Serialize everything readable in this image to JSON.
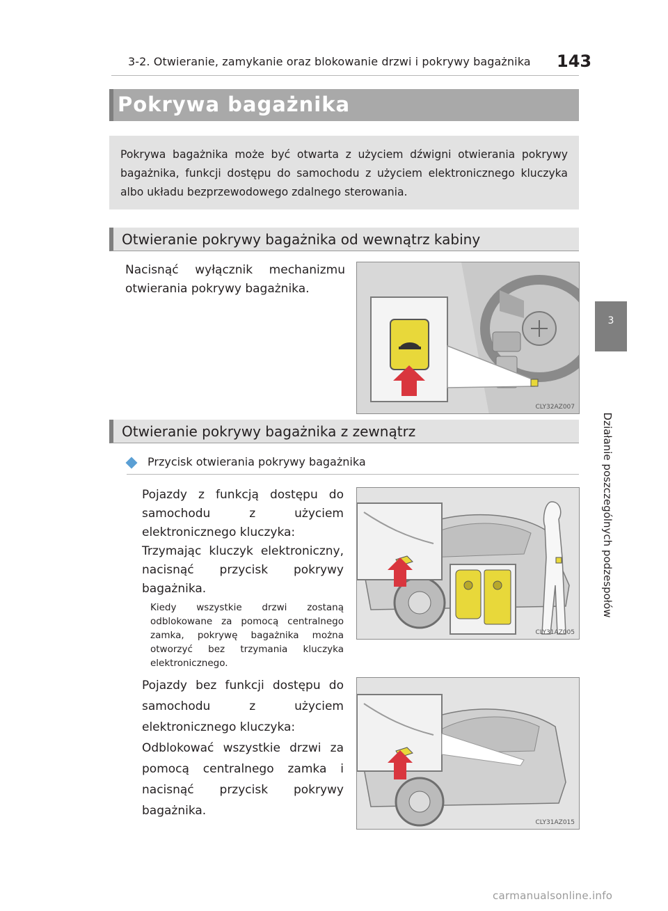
{
  "header": {
    "running_title": "3-2. Otwieranie, zamykanie oraz blokowanie drzwi i pokrywy bagażnika",
    "page_number": "143"
  },
  "title": "Pokrywa bagażnika",
  "intro": "Pokrywa bagażnika może być otwarta z użyciem dźwigni otwierania pokrywy bagażnika, funkcji dostępu do samochodu z użyciem elektronicznego kluczyka albo układu bezprzewodowego zdalnego sterowania.",
  "section1": {
    "heading": "Otwieranie pokrywy bagażnika od wewnątrz kabiny",
    "text": "Nacisnąć wyłącznik mechanizmu otwierania pokrywy bagażnika.",
    "figure_code": "CLY32AZ007"
  },
  "section2": {
    "heading": "Otwieranie pokrywy bagażnika z zewnątrz",
    "subheading": "Przycisk otwierania pokrywy bagażnika",
    "block1_lines": [
      "Pojazdy z funkcją dostępu do samochodu z użyciem elektronicznego kluczyka:",
      "Trzymając kluczyk elektroniczny, nacisnąć przycisk pokrywy bagażnika."
    ],
    "note": "Kiedy wszystkie drzwi zostaną odblokowane za pomocą centralnego zamka, pokrywę bagażnika można otworzyć bez trzymania kluczyka elektronicznego.",
    "figure2_code": "CLY31AZ005",
    "block2_lines": [
      "Pojazdy bez funkcji dostępu do samochodu z użyciem elektronicznego kluczyka:",
      "Odblokować wszystkie drzwi za pomocą centralnego zamka i nacisnąć przycisk pokrywy bagażnika."
    ],
    "figure3_code": "CLY31AZ015"
  },
  "side_tab": {
    "number": "3",
    "label": "Działanie poszczególnych podzespołów"
  },
  "watermark": "carmanualsonline.info",
  "colors": {
    "title_band": "#a9a9a9",
    "band_accent": "#7f7f7f",
    "box_bg": "#e2e2e2",
    "button_yellow": "#e8d83a",
    "arrow_red": "#d9363e",
    "diamond_blue": "#5a9fd4"
  }
}
